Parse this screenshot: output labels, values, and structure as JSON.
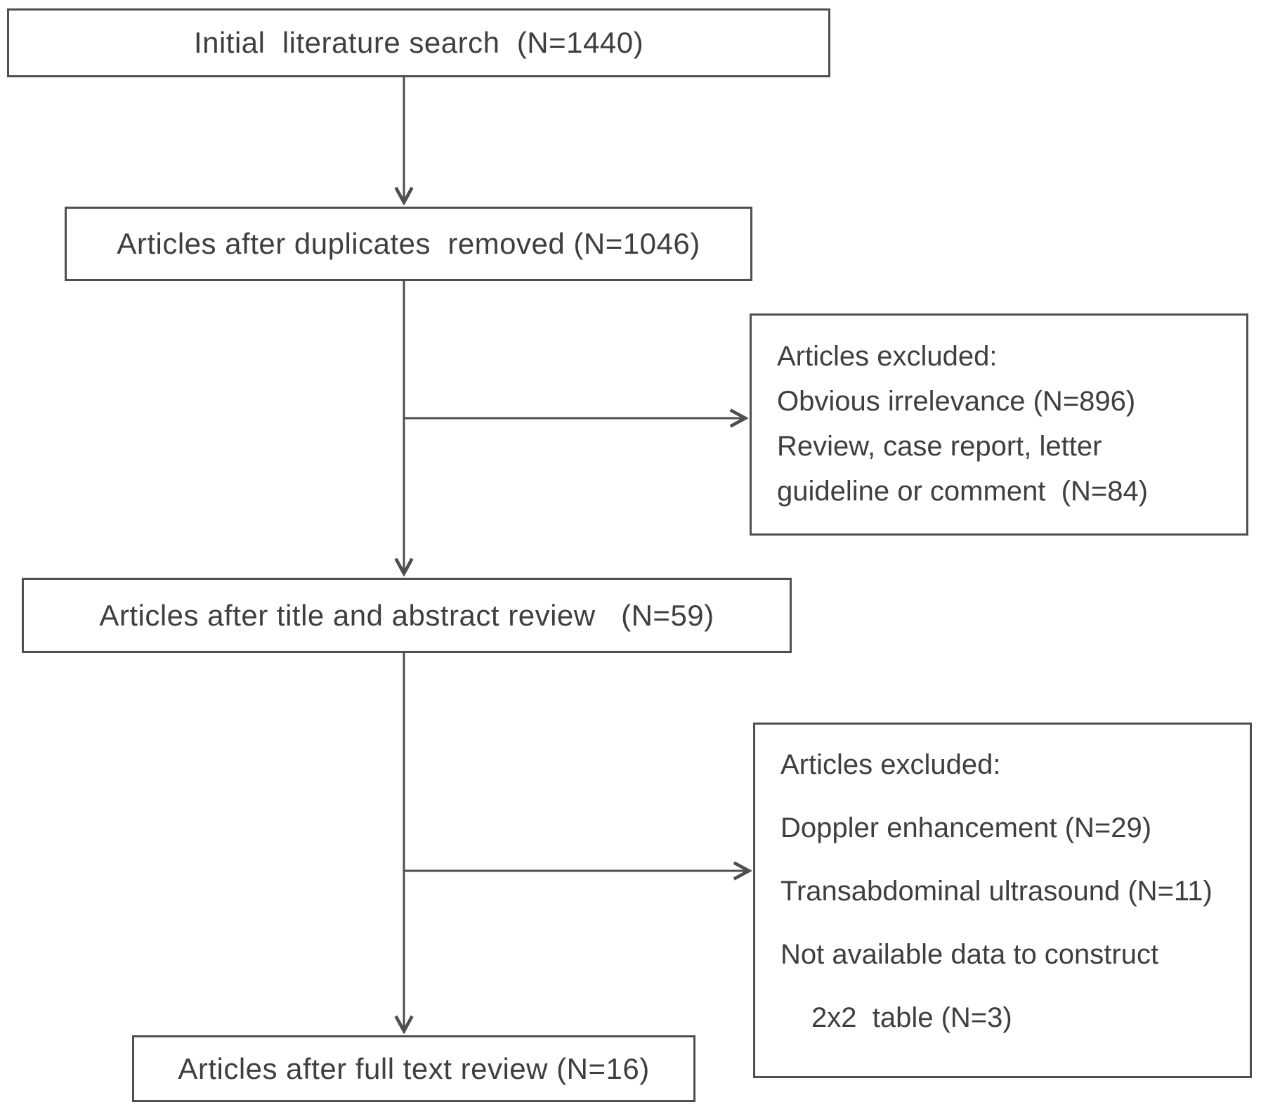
{
  "diagram": {
    "type": "prisma-flowchart",
    "colors": {
      "line": "#4f4f4f",
      "text": "#3f3f3f",
      "background": "#ffffff"
    },
    "boxes": {
      "initial": {
        "label": "Initial  literature search  (N=1440)"
      },
      "duplicates": {
        "label": "Articles after duplicates  removed (N=1046)"
      },
      "excluded1": {
        "lines": [
          "Articles excluded:",
          "Obvious irrelevance (N=896)",
          "Review, case report, letter",
          "guideline or comment  (N=84)"
        ]
      },
      "titleAbstract": {
        "label": "Articles after title and abstract review   (N=59)"
      },
      "excluded2": {
        "lines": [
          "Articles excluded:",
          "Doppler enhancement (N=29)",
          "Transabdominal ultrasound (N=11)",
          "Not available data to construct",
          "2x2  table (N=3)"
        ]
      },
      "fullText": {
        "label": "Articles after full text review (N=16)"
      }
    }
  }
}
